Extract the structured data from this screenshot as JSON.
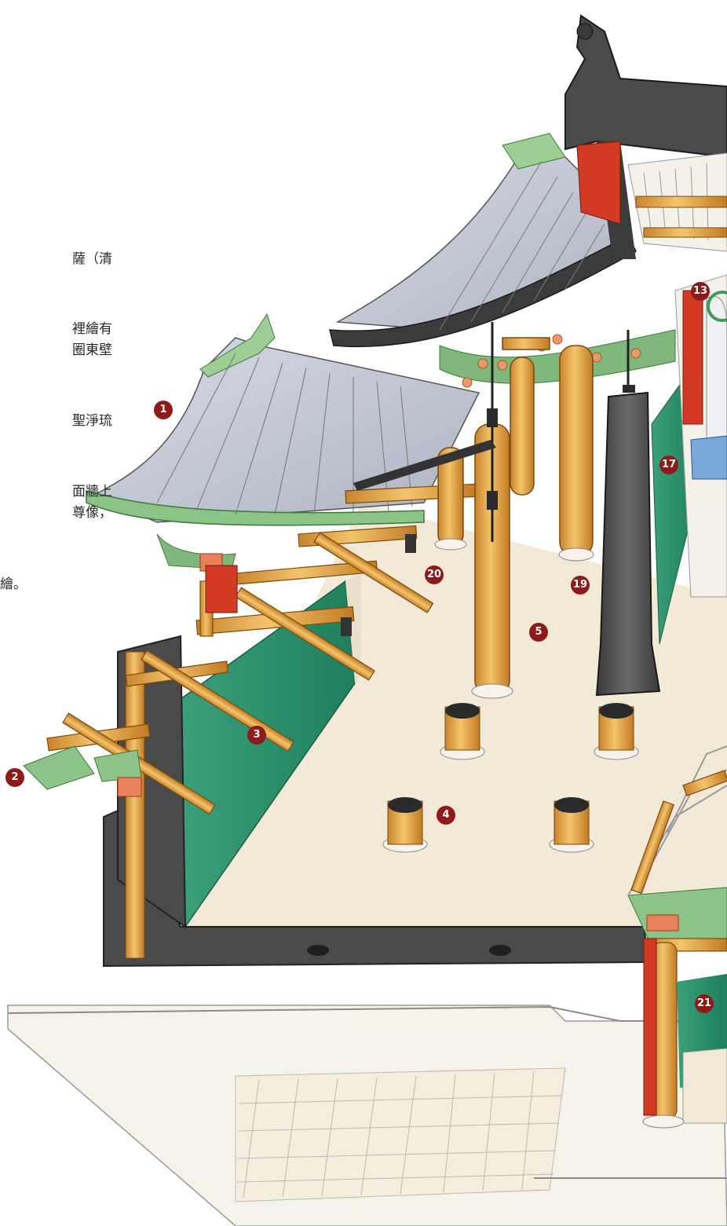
{
  "text_fragments": [
    {
      "id": "t1",
      "text": "薩（清"
    },
    {
      "id": "t2",
      "text": "裡繪有"
    },
    {
      "id": "t3",
      "text": "圈東壁"
    },
    {
      "id": "t4",
      "text": "聖淨琉"
    },
    {
      "id": "t5",
      "text": "面牆上"
    },
    {
      "id": "t6",
      "text": "尊像，"
    },
    {
      "id": "t7",
      "text": "繪。"
    }
  ],
  "markers": [
    {
      "id": "m1",
      "label": "1"
    },
    {
      "id": "m2",
      "label": "2"
    },
    {
      "id": "m3",
      "label": "3"
    },
    {
      "id": "m4",
      "label": "4"
    },
    {
      "id": "m5",
      "label": "5"
    },
    {
      "id": "m13",
      "label": "13"
    },
    {
      "id": "m17",
      "label": "17"
    },
    {
      "id": "m19",
      "label": "19"
    },
    {
      "id": "m20",
      "label": "20"
    },
    {
      "id": "m21",
      "label": "21"
    }
  ],
  "colors": {
    "marker_fill": "#8e1a1a",
    "roof_green": "#8cc488",
    "roof_tile": "#c9ccd6",
    "wall_green": "#2e9a74",
    "timber": "#e8a94a",
    "dark_stone": "#444444",
    "floor": "#f2ead8",
    "red_panel": "#d23a23"
  }
}
